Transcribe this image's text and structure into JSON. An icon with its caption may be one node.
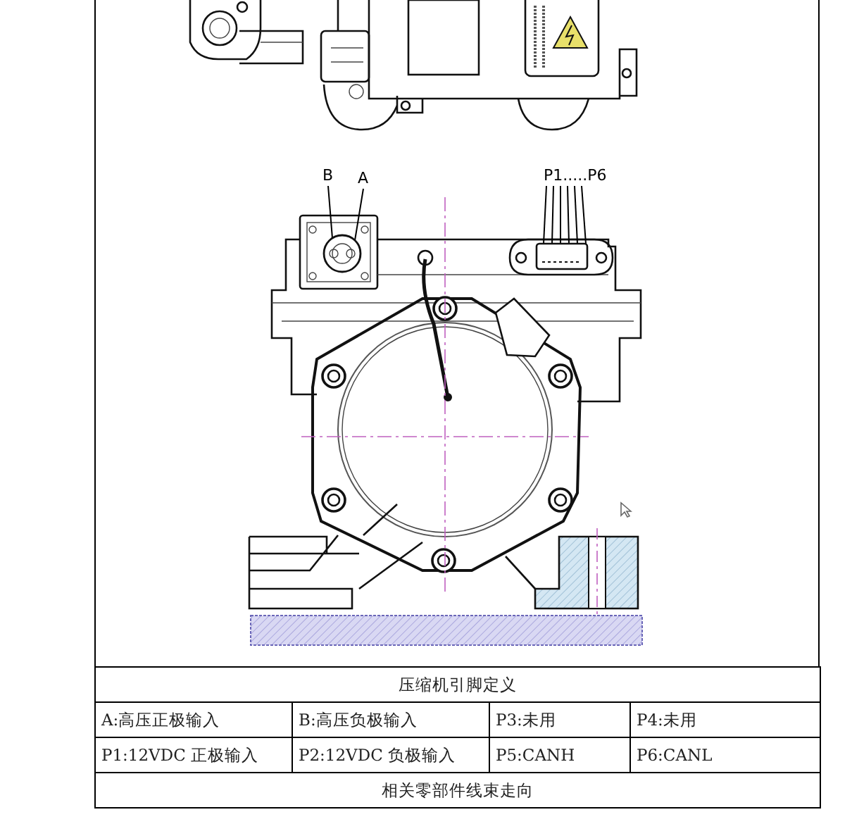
{
  "diagram": {
    "nodes": [
      {
        "text": [
          "B"
        ]
      },
      {
        "text": [
          "A"
        ]
      },
      {
        "text": [
          "P1.....P6"
        ]
      },
      {
        "text": [],
        "shape": "circle"
      },
      {
        "text": [],
        "shape": "box"
      }
    ],
    "edges": [
      {
        "from": 0,
        "to": 3,
        "arrow": "none"
      },
      {
        "from": 1,
        "to": 3,
        "arrow": "none"
      },
      {
        "from": 2,
        "to": 4,
        "arrow": "none"
      },
      {
        "from": 2,
        "to": 4,
        "arrow": "none"
      },
      {
        "from": 2,
        "to": 4,
        "arrow": "none"
      },
      {
        "from": 2,
        "to": 4,
        "arrow": "none"
      },
      {
        "from": 2,
        "to": 4,
        "arrow": "none"
      },
      {
        "from": 2,
        "to": 4,
        "arrow": "none"
      }
    ],
    "labels": [
      "压缩机引脚定义",
      "A:高压正极输入",
      "B:高压负极输入",
      "P3:未用",
      "P4:未用",
      "P1:12VDC 正极输入",
      "P2:12VDC 负极输入",
      "P5:CANH",
      "P6:CANL",
      "相关零部件线束走向"
    ]
  }
}
